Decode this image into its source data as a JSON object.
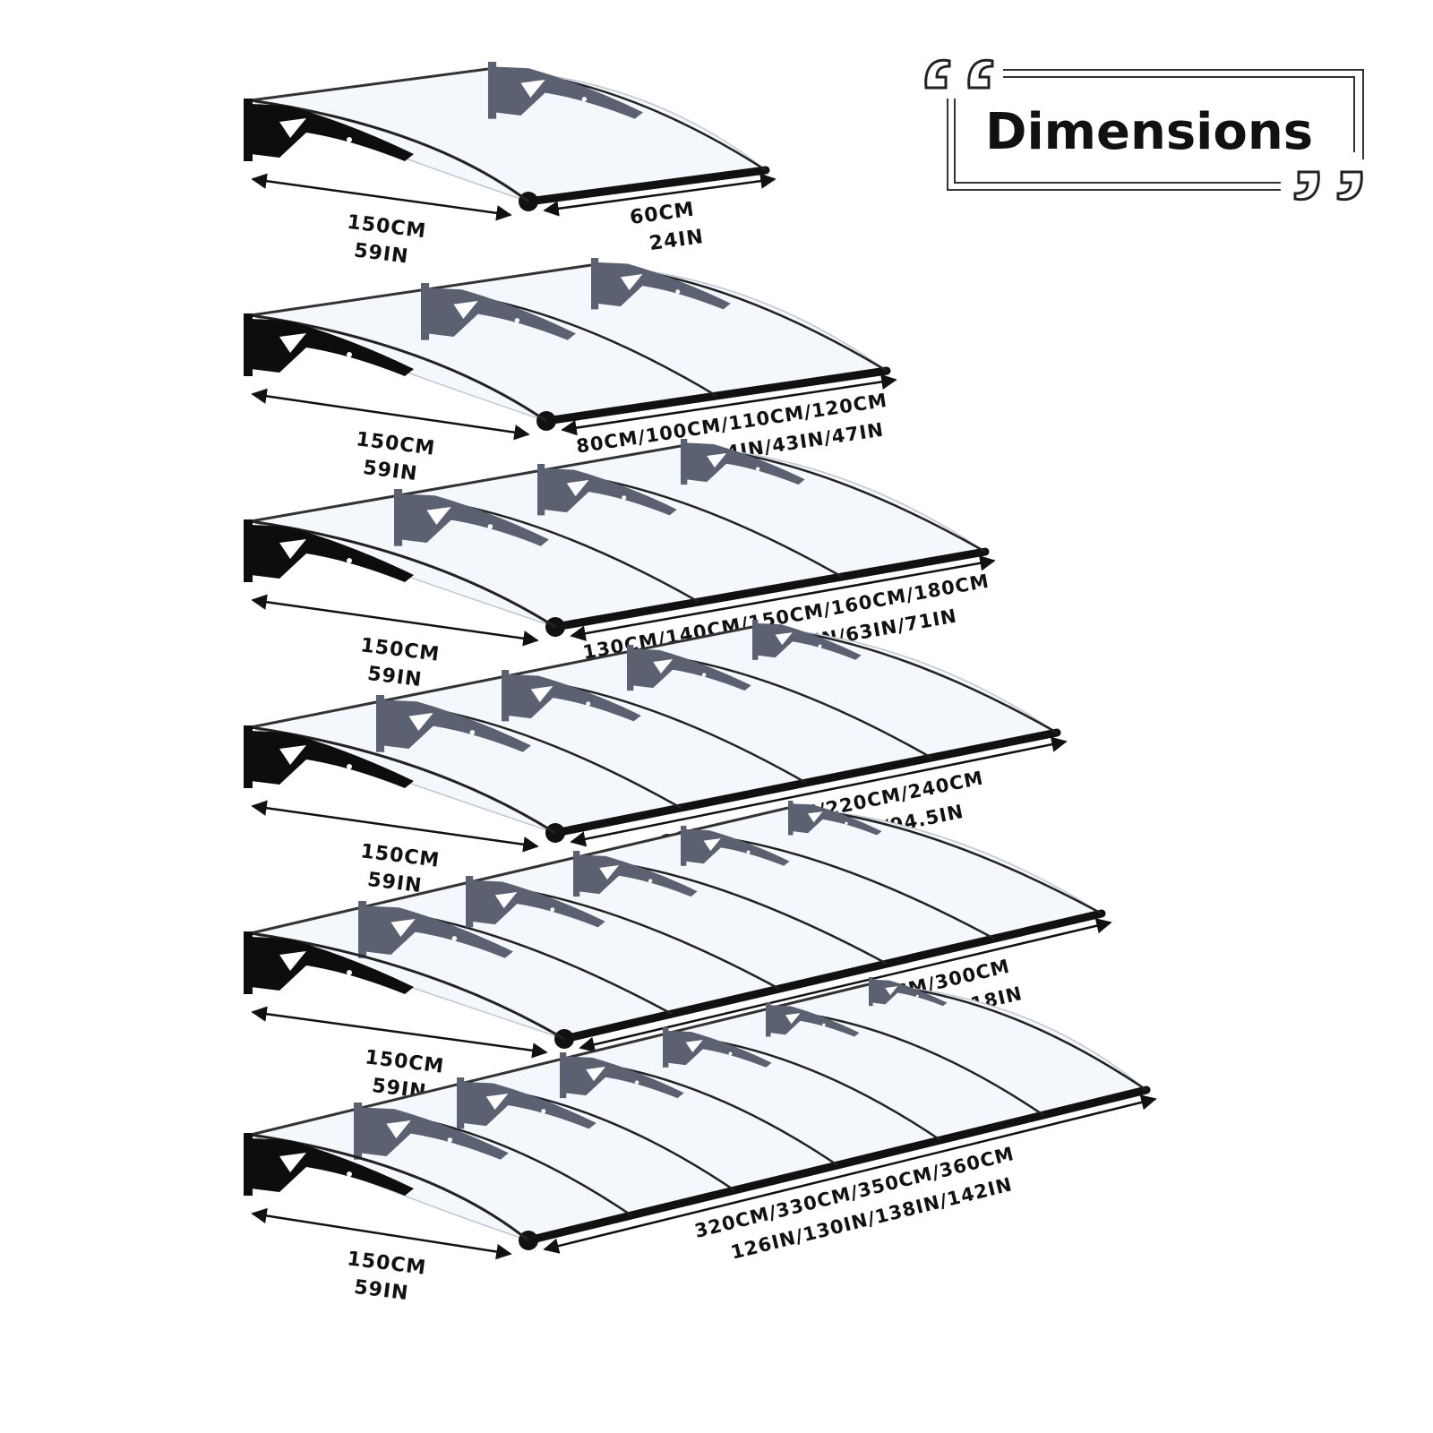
{
  "header": {
    "title": "Dimensions"
  },
  "colors": {
    "frame": "#111111",
    "panel": "#f4f7fb",
    "panel_edge": "#bfc7d2",
    "bracket_far": "#5b6170",
    "bracket_near": "#0d0d0d"
  },
  "icons": {
    "open_quote": "open-quote-icon",
    "close_quote": "close-quote-icon"
  },
  "models": [
    {
      "panels": 1,
      "depth_cm": "150CM",
      "depth_in": "59IN",
      "width_cm": "60CM",
      "width_in": "24IN"
    },
    {
      "panels": 2,
      "depth_cm": "150CM",
      "depth_in": "59IN",
      "width_cm": "80CM/100CM/110CM/120CM",
      "width_in": "31.5IN/39.4IN/43IN/47IN"
    },
    {
      "panels": 3,
      "depth_cm": "150CM",
      "depth_in": "59IN",
      "width_cm": "130CM/140CM/150CM/160CM/180CM",
      "width_in": "51.2IN/55IN/59IN/63IN/71IN"
    },
    {
      "panels": 4,
      "depth_cm": "150CM",
      "depth_in": "59IN",
      "width_cm": "200CM/210CM/220CM/240CM",
      "width_in": "79IN/83IN/87IN/94.5IN"
    },
    {
      "panels": 5,
      "depth_cm": "150CM",
      "depth_in": "59IN",
      "width_cm": "250CM/260CM/280CM/300CM",
      "width_in": "98.4IN/102.4IN/110IN/118IN"
    },
    {
      "panels": 6,
      "depth_cm": "150CM",
      "depth_in": "59IN",
      "width_cm": "320CM/330CM/350CM/360CM",
      "width_in": "126IN/130IN/138IN/142IN"
    }
  ]
}
